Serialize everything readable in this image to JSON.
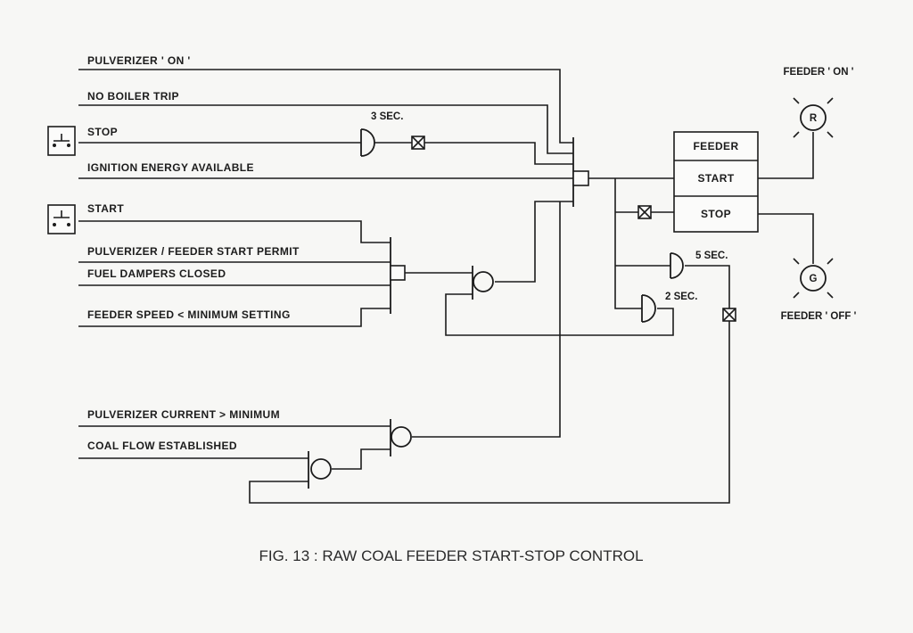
{
  "inputs": {
    "pulverizer_on": "PULVERIZER ' ON '",
    "no_boiler_trip": "NO BOILER TRIP",
    "stop": "STOP",
    "ignition_energy": "IGNITION ENERGY AVAILABLE",
    "start": "START",
    "start_permit": "PULVERIZER / FEEDER  START  PERMIT",
    "fuel_dampers": "FUEL DAMPERS CLOSED",
    "feeder_speed": "FEEDER SPEED < MINIMUM SETTING",
    "pulverizer_current": "PULVERIZER CURRENT > MINIMUM",
    "coal_flow": "COAL  FLOW  ESTABLISHED"
  },
  "timers": {
    "stop_delay": "3 SEC.",
    "run_delay": "5 SEC.",
    "stop_feedback_delay": "2 SEC."
  },
  "feeder_block": {
    "title": "FEEDER",
    "start": "START",
    "stop": "STOP"
  },
  "lamps": {
    "on_label": "FEEDER ' ON '",
    "on_letter": "R",
    "off_label": "FEEDER ' OFF '",
    "off_letter": "G"
  },
  "caption": "FIG. 13 : RAW COAL FEEDER START-STOP CONTROL"
}
